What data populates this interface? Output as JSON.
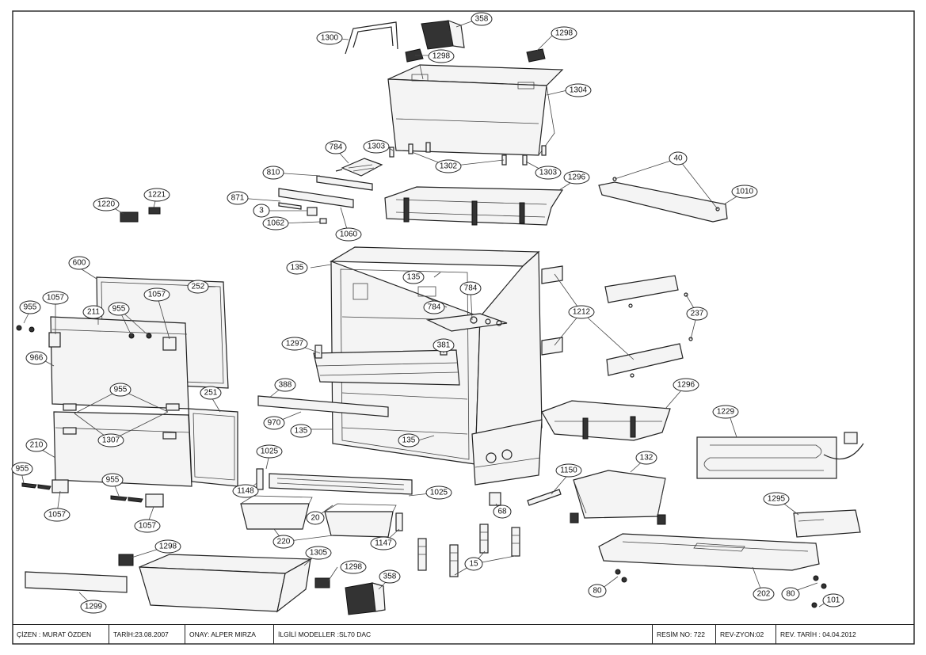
{
  "callouts": [
    {
      "id": "c1300",
      "label": "1300"
    },
    {
      "id": "c358a",
      "label": "358"
    },
    {
      "id": "c1298a",
      "label": "1298"
    },
    {
      "id": "c1298b",
      "label": "1298"
    },
    {
      "id": "c1304",
      "label": "1304"
    },
    {
      "id": "c784a",
      "label": "784"
    },
    {
      "id": "c1303a",
      "label": "1303"
    },
    {
      "id": "c1302",
      "label": "1302"
    },
    {
      "id": "c1303b",
      "label": "1303"
    },
    {
      "id": "c810",
      "label": "810"
    },
    {
      "id": "c1296a",
      "label": "1296"
    },
    {
      "id": "c40",
      "label": "40"
    },
    {
      "id": "c1010",
      "label": "1010"
    },
    {
      "id": "c1220",
      "label": "1220"
    },
    {
      "id": "c1221",
      "label": "1221"
    },
    {
      "id": "c871",
      "label": "871"
    },
    {
      "id": "c3",
      "label": "3"
    },
    {
      "id": "c1062",
      "label": "1062"
    },
    {
      "id": "c1060",
      "label": "1060"
    },
    {
      "id": "c600",
      "label": "600"
    },
    {
      "id": "c135a",
      "label": "135"
    },
    {
      "id": "c135b",
      "label": "135"
    },
    {
      "id": "c784b",
      "label": "784"
    },
    {
      "id": "c784c",
      "label": "784"
    },
    {
      "id": "c252",
      "label": "252"
    },
    {
      "id": "c955a",
      "label": "955"
    },
    {
      "id": "c1057a",
      "label": "1057"
    },
    {
      "id": "c211",
      "label": "211"
    },
    {
      "id": "c955b",
      "label": "955"
    },
    {
      "id": "c1057b",
      "label": "1057"
    },
    {
      "id": "c1212",
      "label": "1212"
    },
    {
      "id": "c237",
      "label": "237"
    },
    {
      "id": "c966",
      "label": "966"
    },
    {
      "id": "c1297",
      "label": "1297"
    },
    {
      "id": "c381",
      "label": "381"
    },
    {
      "id": "c955c",
      "label": "955"
    },
    {
      "id": "c388",
      "label": "388"
    },
    {
      "id": "c251",
      "label": "251"
    },
    {
      "id": "c1296b",
      "label": "1296"
    },
    {
      "id": "c970",
      "label": "970"
    },
    {
      "id": "c1307",
      "label": "1307"
    },
    {
      "id": "c135c",
      "label": "135"
    },
    {
      "id": "c135d",
      "label": "135"
    },
    {
      "id": "c1229",
      "label": "1229"
    },
    {
      "id": "c210",
      "label": "210"
    },
    {
      "id": "c1025a",
      "label": "1025"
    },
    {
      "id": "c132",
      "label": "132"
    },
    {
      "id": "c955d",
      "label": "955"
    },
    {
      "id": "c955e",
      "label": "955"
    },
    {
      "id": "c1150",
      "label": "1150"
    },
    {
      "id": "c1148",
      "label": "1148"
    },
    {
      "id": "c1025b",
      "label": "1025"
    },
    {
      "id": "c1295",
      "label": "1295"
    },
    {
      "id": "c68",
      "label": "68"
    },
    {
      "id": "c1057c",
      "label": "1057"
    },
    {
      "id": "c1057d",
      "label": "1057"
    },
    {
      "id": "c20",
      "label": "20"
    },
    {
      "id": "c220",
      "label": "220"
    },
    {
      "id": "c1147",
      "label": "1147"
    },
    {
      "id": "c1298c",
      "label": "1298"
    },
    {
      "id": "c1305",
      "label": "1305"
    },
    {
      "id": "c15",
      "label": "15"
    },
    {
      "id": "c1298d",
      "label": "1298"
    },
    {
      "id": "c358b",
      "label": "358"
    },
    {
      "id": "c80a",
      "label": "80"
    },
    {
      "id": "c202",
      "label": "202"
    },
    {
      "id": "c80b",
      "label": "80"
    },
    {
      "id": "c101",
      "label": "101"
    },
    {
      "id": "c1299",
      "label": "1299"
    }
  ],
  "title_block": {
    "drawn_by": "ÇİZEN : MURAT ÖZDEN",
    "date": "TARİH:23.08.2007",
    "approved": "ONAY: ALPER MIRZA",
    "models": "İLGİLİ MODELLER :SL70 DAC",
    "drawing_no": "RESİM NO: 722",
    "revision": "REV-ZYON:02",
    "revision_date": "REV. TARİH : 04.04.2012"
  }
}
